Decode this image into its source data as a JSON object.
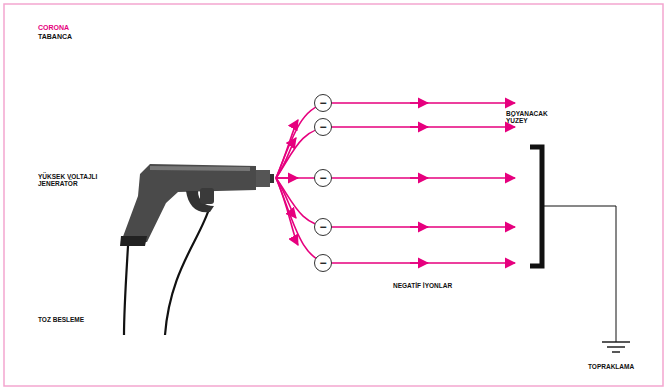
{
  "diagram": {
    "title": "CORONA",
    "nodes": [
      {
        "text": [
          "−"
        ]
      },
      {
        "text": [
          "−"
        ]
      },
      {
        "text": [
          "−"
        ]
      },
      {
        "text": [
          "−"
        ]
      },
      {
        "text": [
          "−"
        ]
      }
    ],
    "labels": [
      "TABANCA",
      "YÜKSEK VOLTAJLI JENERATÖR",
      "TOZ BESLEME",
      "BOYANACAK YÜZEY",
      "NEGATİF İYONLAR",
      "TOPRAKLAMA"
    ]
  }
}
